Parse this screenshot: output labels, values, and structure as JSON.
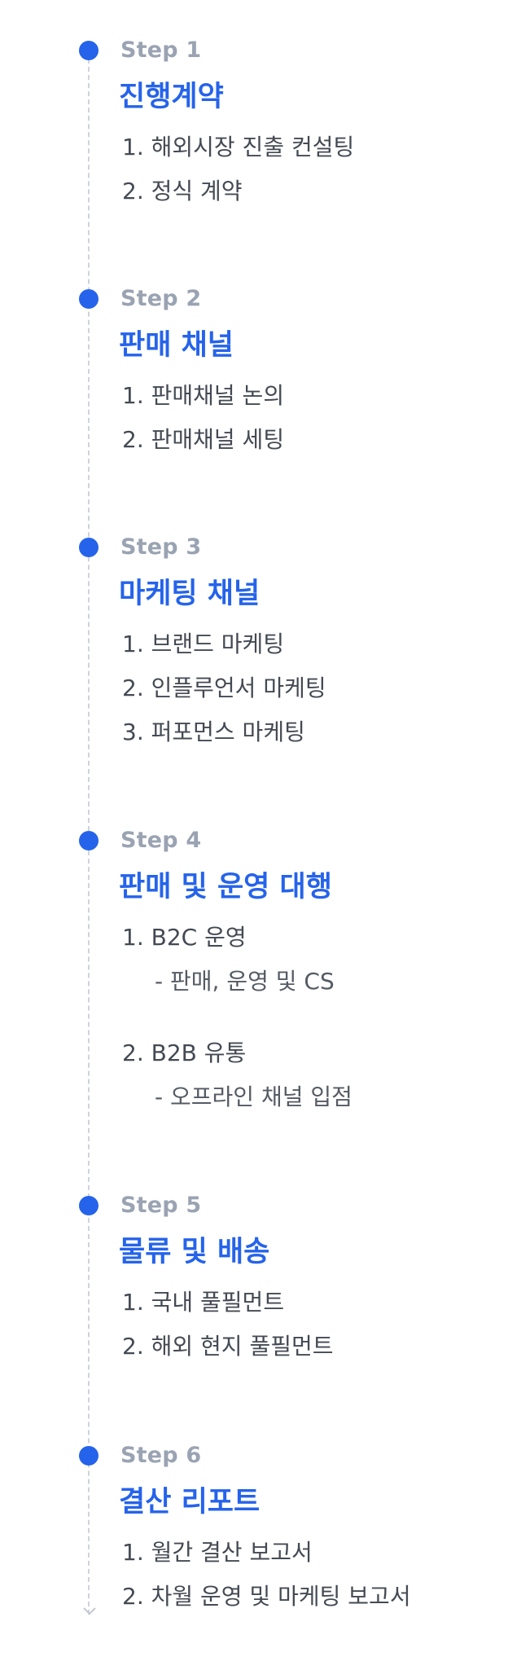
{
  "steps": [
    {
      "label": "Step 1",
      "title": "진행계약",
      "items": [
        "1. 해외시장 진출 컨설팅",
        "2. 정식 계약"
      ]
    },
    {
      "label": "Step 2",
      "title": "판매 채널",
      "items": [
        "1. 판매채널 논의",
        "2. 판매채널 세팅"
      ]
    },
    {
      "label": "Step 3",
      "title": "마케팅 채널",
      "items": [
        "1. 브랜드 마케팅",
        "2. 인플루언서 마케팅",
        "3. 퍼포먼스 마케팅"
      ]
    },
    {
      "label": "Step 4",
      "title": "판매 및 운영 대행",
      "items": [
        "1. B2C 운영",
        "2. B2B 유통"
      ],
      "subitems": [
        "- 판매, 운영 및 CS",
        "- 오프라인 채널 입점"
      ]
    },
    {
      "label": "Step 5",
      "title": "물류 및 배송",
      "items": [
        "1. 국내 풀필먼트",
        "2. 해외 현지 풀필먼트"
      ]
    },
    {
      "label": "Step 6",
      "title": "결산 리포트",
      "items": [
        "1. 월간 결산 보고서",
        "2. 차월 운영 및 마케팅 보고서"
      ]
    }
  ],
  "colors": {
    "accent": "#2563eb",
    "step_label": "#9aa3b2",
    "body_text": "#444a53",
    "timeline": "#cfd3da"
  },
  "icons": {
    "timeline_end": "chevron-down-icon"
  }
}
